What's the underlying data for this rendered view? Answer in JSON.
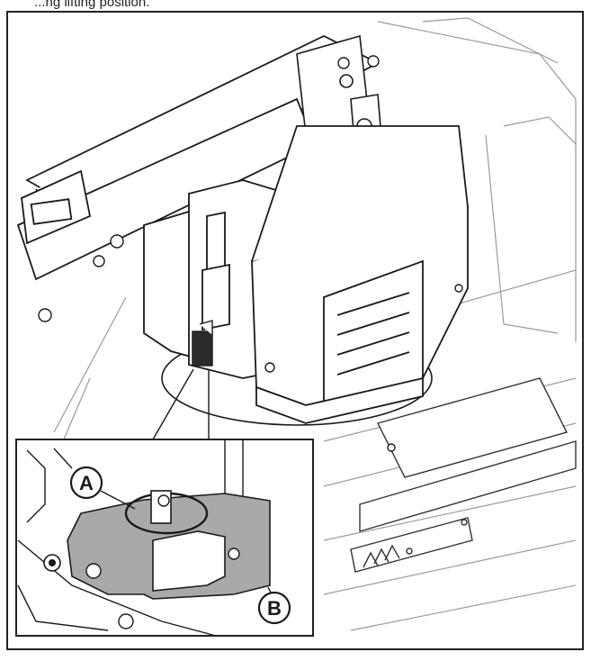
{
  "header": {
    "caption": "...ng lifting position."
  },
  "inset": {
    "callout_a": "A",
    "callout_b": "B"
  },
  "colors": {
    "line": "#1a1a1a",
    "highlight": "#a9a9a9",
    "frame": "#222222"
  }
}
